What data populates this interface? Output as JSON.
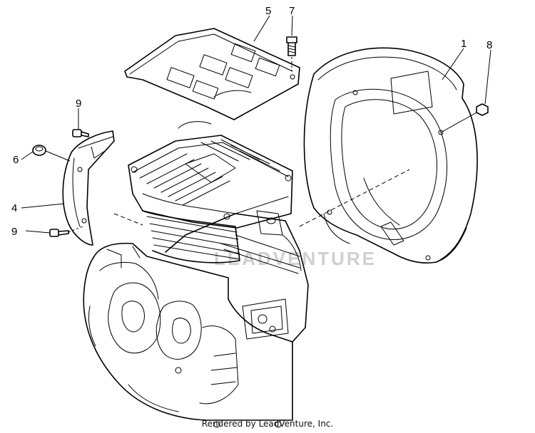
{
  "callouts": [
    {
      "id": "1",
      "label": "1"
    },
    {
      "id": "4",
      "label": "4"
    },
    {
      "id": "5",
      "label": "5"
    },
    {
      "id": "6",
      "label": "6"
    },
    {
      "id": "7",
      "label": "7"
    },
    {
      "id": "8",
      "label": "8"
    },
    {
      "id": "9a",
      "label": "9"
    },
    {
      "id": "9b",
      "label": "9"
    }
  ],
  "watermark": "LEADVENTURE",
  "credit": "Rendered by LeadVenture, Inc."
}
